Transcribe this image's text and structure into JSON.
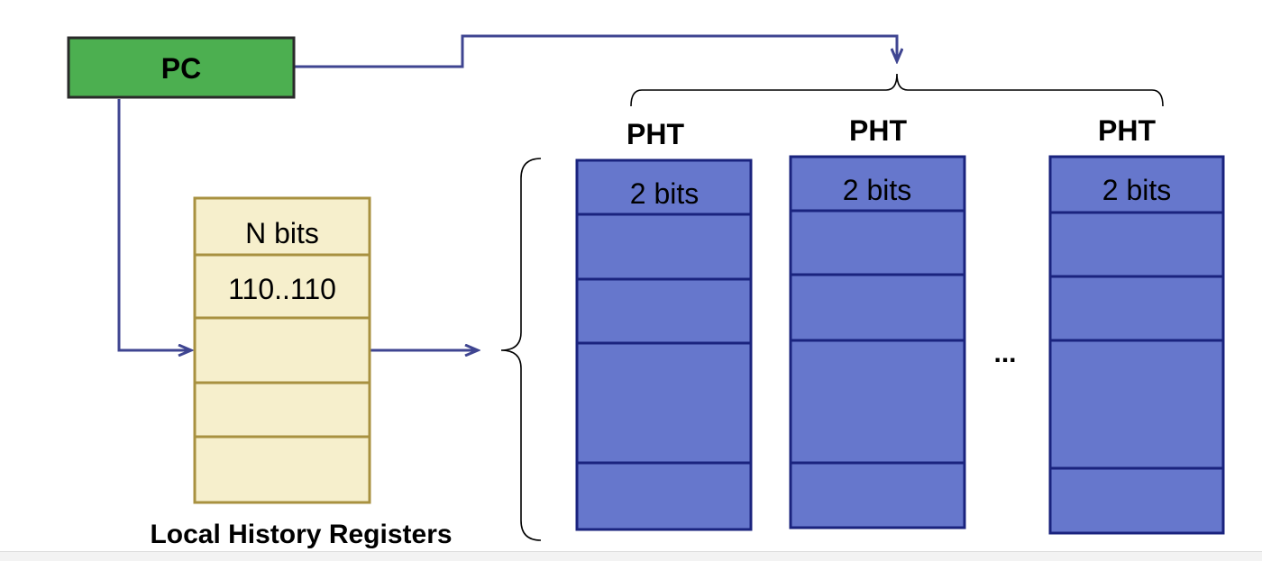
{
  "pc": {
    "label": "PC",
    "fill": "#4caf50",
    "stroke": "#2a2a2a"
  },
  "lhr": {
    "caption": "Local History Registers",
    "cells": [
      "N bits",
      "110..110",
      "",
      "",
      ""
    ],
    "fill": "#f6efcc",
    "stroke": "#a89140"
  },
  "pht": {
    "tables": [
      {
        "label": "PHT",
        "cells": [
          "2 bits",
          "",
          "",
          "",
          ""
        ]
      },
      {
        "label": "PHT",
        "cells": [
          "2 bits",
          "",
          "",
          "",
          ""
        ]
      },
      {
        "label": "PHT",
        "cells": [
          "2 bits",
          "",
          "",
          "",
          ""
        ]
      }
    ],
    "ellipsis": "...",
    "fill": "#6677cc",
    "stroke": "#1a237e"
  },
  "connector_color": "#3f4591"
}
